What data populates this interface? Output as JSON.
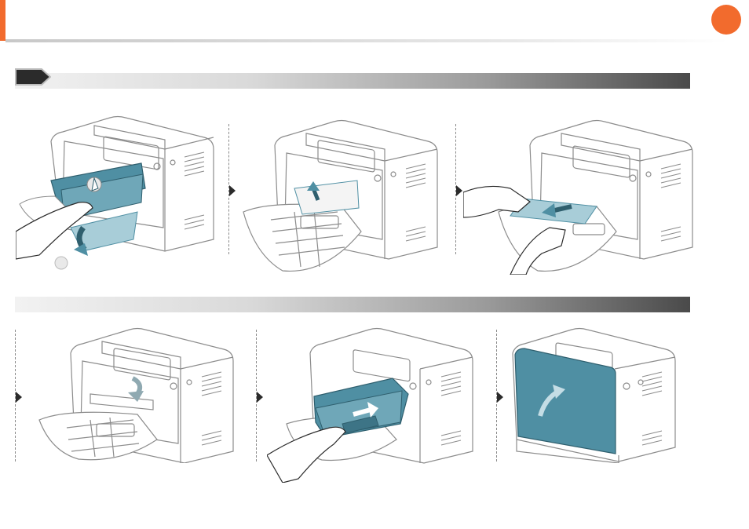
{
  "colors": {
    "accent": "#f26b2d",
    "printer_line": "#8c8c8c",
    "teal_part": "#4f8fa3",
    "teal_light": "#a8cdd8",
    "arrow": "#2b2b2b"
  },
  "icons": {
    "step_tag": "step-arrow-tag",
    "flow_arrow": "triangle-right"
  },
  "rows": [
    {
      "panels": [
        {
          "id": "remove-toner",
          "icons": [
            "printer",
            "toner-cartridge",
            "hand",
            "curved-arrow-down"
          ]
        },
        {
          "id": "jammed-paper-inside",
          "icons": [
            "printer",
            "paper-sheet",
            "arrow-up"
          ]
        },
        {
          "id": "pull-paper-out",
          "icons": [
            "printer",
            "hands",
            "paper-sheet",
            "arrow-left"
          ]
        }
      ]
    },
    {
      "panels": [
        {
          "id": "lower-guide",
          "icons": [
            "printer",
            "curved-arrow-down"
          ]
        },
        {
          "id": "insert-toner",
          "icons": [
            "printer",
            "toner-cartridge",
            "hand",
            "arrow-right"
          ]
        },
        {
          "id": "close-front-cover",
          "icons": [
            "printer",
            "front-cover",
            "curved-arrow-up"
          ]
        }
      ]
    }
  ]
}
